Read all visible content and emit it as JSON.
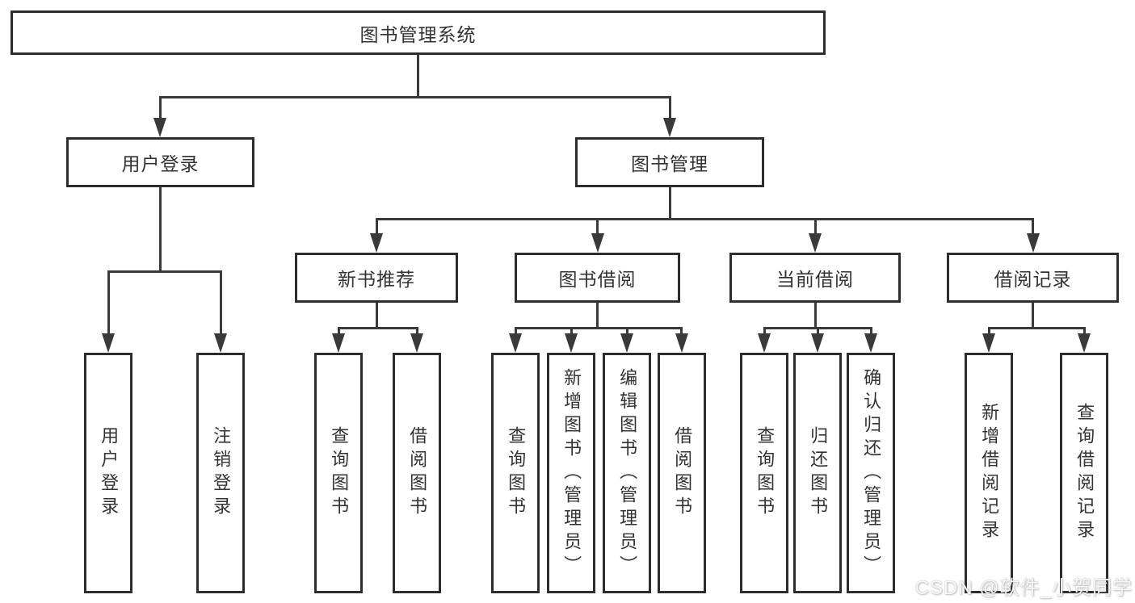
{
  "nodes": {
    "root": "图书管理系统",
    "user_login": "用户登录",
    "book_mgmt": "图书管理",
    "new_book_rec": "新书推荐",
    "book_borrow": "图书借阅",
    "current_borrow": "当前借阅",
    "borrow_records": "借阅记录",
    "leaves": {
      "user_login": [
        "用户登录",
        "注销登录"
      ],
      "new_book_rec": [
        "查询图书",
        "借阅图书"
      ],
      "book_borrow": [
        "查询图书",
        "新增图书（管理员）",
        "编辑图书（管理员）",
        "借阅图书"
      ],
      "current_borrow": [
        "查询图书",
        "归还图书",
        "确认归还（管理员）"
      ],
      "borrow_records": [
        "新增借阅记录",
        "查询借阅记录"
      ]
    }
  },
  "watermark": "CSDN @软件_小贺同学",
  "colors": {
    "line": "#3a3a3a",
    "border": "#2d2d2d",
    "text": "#333333",
    "box_fill": "#ffffff",
    "background": "#ffffff",
    "watermark": "#ffffff"
  }
}
